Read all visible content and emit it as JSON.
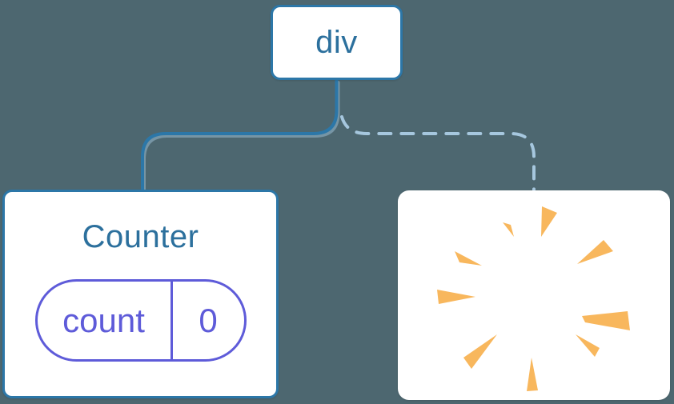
{
  "diagram": {
    "root_node": {
      "label": "div"
    },
    "counter_node": {
      "title": "Counter",
      "state_pill": {
        "name": "count",
        "value": "0"
      }
    },
    "removed_node": {
      "icon": "poof-burst-icon"
    },
    "connectors": {
      "left": "solid",
      "right": "dashed"
    }
  },
  "colors": {
    "background": "#4D6770",
    "node_background": "#FFFFFF",
    "node_border": "#2C77A8",
    "node_text": "#2C709D",
    "solid_connector": "#2C77A8",
    "dashed_connector": "#A6C7DE",
    "connector_shadow": "#9FC3DA",
    "state_accent": "#5E5BD9",
    "burst": "#F8B75D"
  }
}
